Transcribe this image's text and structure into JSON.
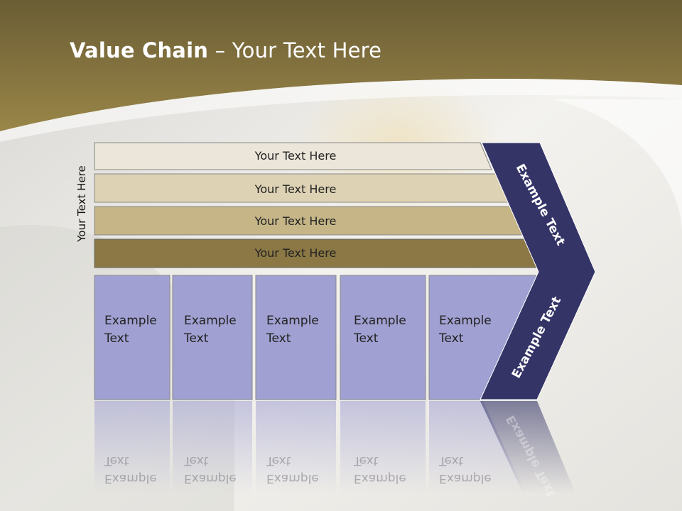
{
  "slide": {
    "title_bold": "Value Chain",
    "title_rest": " – Your Text Here",
    "side_label": "Your Text Here"
  },
  "support_activities": [
    {
      "label": "Your Text Here",
      "color": "#ece6da"
    },
    {
      "label": "Your Text Here",
      "color": "#ddd2b4"
    },
    {
      "label": "Your Text Here",
      "color": "#c5b587"
    },
    {
      "label": "Your Text Here",
      "color": "#8b7845"
    }
  ],
  "primary_activities": [
    {
      "label": "Example\nText"
    },
    {
      "label": "Example\nText"
    },
    {
      "label": "Example\nText"
    },
    {
      "label": "Example\nText"
    },
    {
      "label": "Example\nText"
    }
  ],
  "chevron": {
    "upper_label": "Example Text",
    "lower_label": "Example Text",
    "color": "#343467"
  },
  "colors": {
    "header_brown": "#8a7843",
    "box_purple": "#a0a0d2"
  }
}
